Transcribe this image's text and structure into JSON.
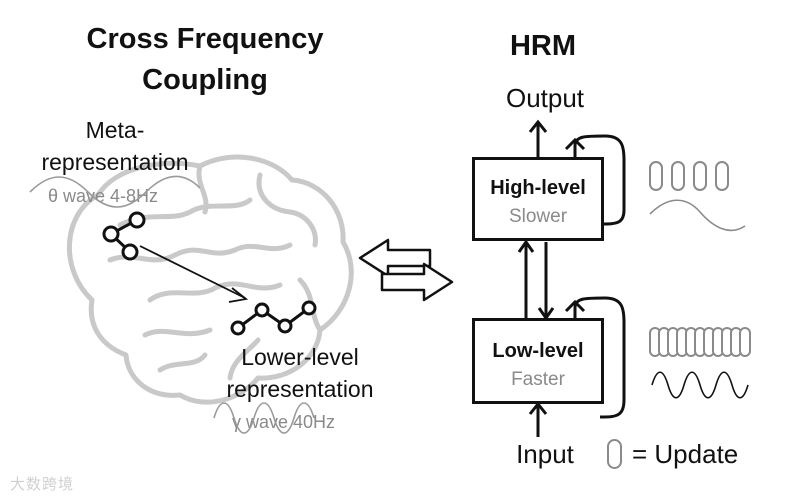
{
  "left": {
    "title_line1": "Cross Frequency",
    "title_line2": "Coupling",
    "meta_line1": "Meta-",
    "meta_line2": "representation",
    "theta_label": "θ wave 4-8Hz",
    "lower_line1": "Lower-level",
    "lower_line2": "representation",
    "gamma_label": "γ wave 40Hz"
  },
  "right": {
    "title": "HRM",
    "output_label": "Output",
    "input_label": "Input",
    "high_box": {
      "title": "High-level",
      "subtitle": "Slower"
    },
    "low_box": {
      "title": "Low-level",
      "subtitle": "Faster"
    },
    "legend_label": "= Update"
  },
  "watermark": "大数跨境",
  "icons": [
    "brain-outline-icon",
    "network-nodes-icon",
    "chain-nodes-icon",
    "double-arrow-icon",
    "update-pill-icon",
    "sine-wave-icon"
  ]
}
